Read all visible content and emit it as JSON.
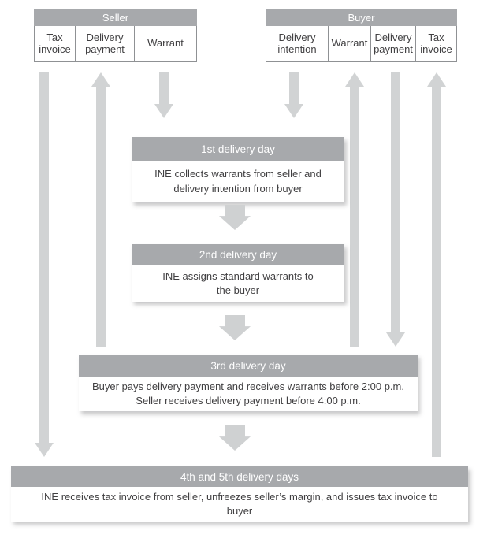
{
  "seller": {
    "title": "Seller",
    "columns": [
      "Tax invoice",
      "Delivery payment",
      "Warrant"
    ]
  },
  "buyer": {
    "title": "Buyer",
    "columns": [
      "Delivery intention",
      "Warrant",
      "Delivery payment",
      "Tax invoice"
    ]
  },
  "stages": [
    {
      "title": "1st delivery day",
      "lines": [
        "INE collects warrants from seller and",
        "delivery intention from buyer"
      ]
    },
    {
      "title": "2nd delivery day",
      "lines": [
        "INE assigns standard warrants to",
        "the buyer"
      ]
    },
    {
      "title": "3rd delivery day",
      "lines": [
        "Buyer pays delivery payment and receives warrants before 2:00 p.m.",
        "Seller receives delivery payment before 4:00 p.m."
      ]
    },
    {
      "title": "4th and 5th delivery days",
      "lines": [
        "INE receives tax invoice from seller, unfreezes seller’s margin, and issues tax invoice to",
        "buyer"
      ]
    }
  ],
  "arrows": [
    {
      "column": "seller-tax-invoice",
      "direction": "down"
    },
    {
      "column": "seller-delivery-payment",
      "direction": "up"
    },
    {
      "column": "seller-warrant",
      "direction": "down"
    },
    {
      "column": "buyer-delivery-intention",
      "direction": "down"
    },
    {
      "column": "buyer-warrant",
      "direction": "up"
    },
    {
      "column": "buyer-delivery-payment",
      "direction": "down"
    },
    {
      "column": "buyer-tax-invoice",
      "direction": "up"
    },
    {
      "column": "center-flow",
      "direction": "down",
      "count": 3
    }
  ],
  "colors": {
    "header_gray": "#a7a9ac",
    "arrow_gray": "#d1d3d4",
    "border_gray": "#8f9194",
    "text_dark": "#414042",
    "header_text": "#ffffff"
  }
}
